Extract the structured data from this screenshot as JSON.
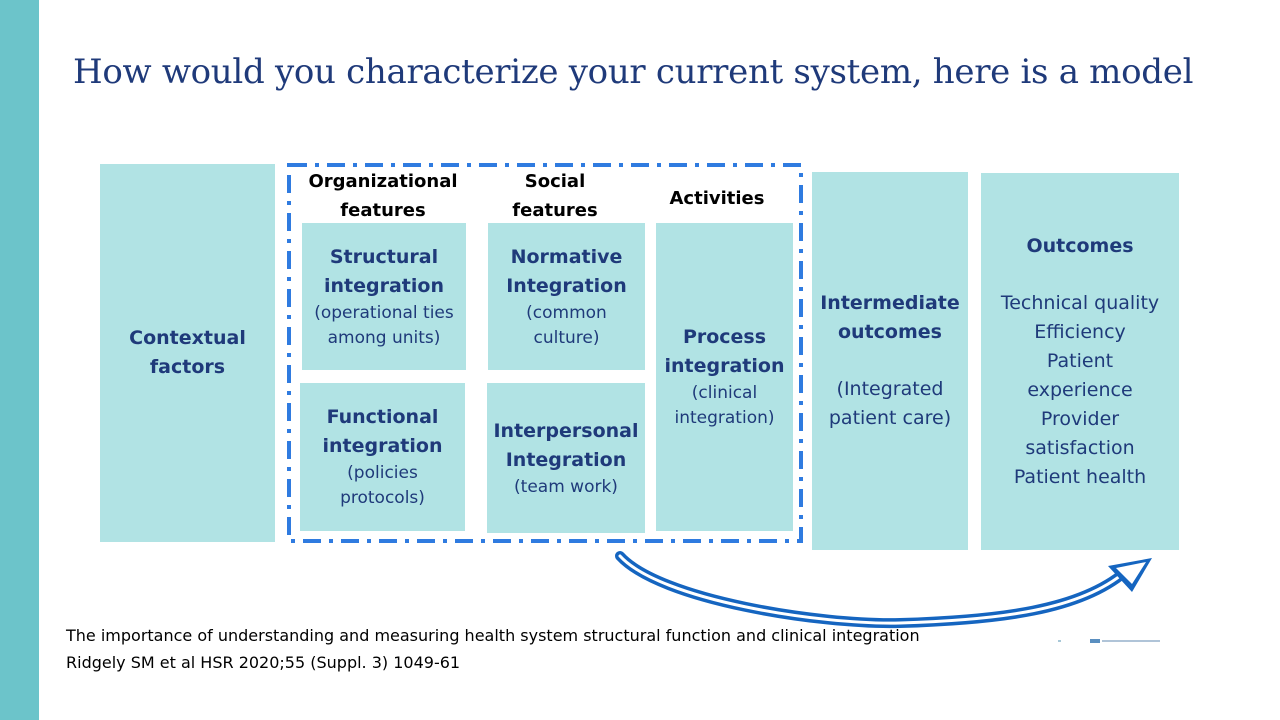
{
  "slide": {
    "title": "How would you characterize your current system, here is a model"
  },
  "headers": {
    "organizational": [
      "Organizational",
      "features"
    ],
    "social": [
      "Social",
      "features"
    ],
    "activities": "Activities"
  },
  "boxes": {
    "contextual": [
      "Contextual",
      "factors"
    ],
    "structural": {
      "title": [
        "Structural",
        "integration"
      ],
      "sub": [
        "(operational ties",
        "among units)"
      ]
    },
    "functional": {
      "title": [
        "Functional",
        "integration"
      ],
      "sub": [
        "(policies",
        "protocols)"
      ]
    },
    "normative": {
      "title": [
        "Normative",
        "Integration"
      ],
      "sub": [
        "(common",
        "culture)"
      ]
    },
    "interpersonal": {
      "title": [
        "Interpersonal",
        "Integration"
      ],
      "sub": [
        "(team work)"
      ]
    },
    "process": {
      "title": [
        "Process",
        "integration"
      ],
      "sub": [
        "(clinical",
        "integration)"
      ]
    },
    "intermediate": {
      "title": [
        "Intermediate",
        "outcomes"
      ],
      "sub": [
        "(Integrated",
        "patient care)"
      ]
    },
    "outcomes": {
      "title": "Outcomes",
      "items": [
        "Technical quality",
        "Efficiency",
        "Patient",
        "experience",
        "Provider",
        "satisfaction",
        "Patient health"
      ]
    }
  },
  "citation": {
    "line1": "The importance of understanding and measuring health system structural function and clinical integration",
    "line2": "Ridgely SM et al HSR 2020;55 (Suppl. 3) 1049-61"
  },
  "colors": {
    "accent_bar": "#6cc4ca",
    "box_fill": "#b1e3e4",
    "title_text": "#1f3a7a",
    "dashed_frame": "#2f7be0",
    "arrow": "#1565c0"
  }
}
